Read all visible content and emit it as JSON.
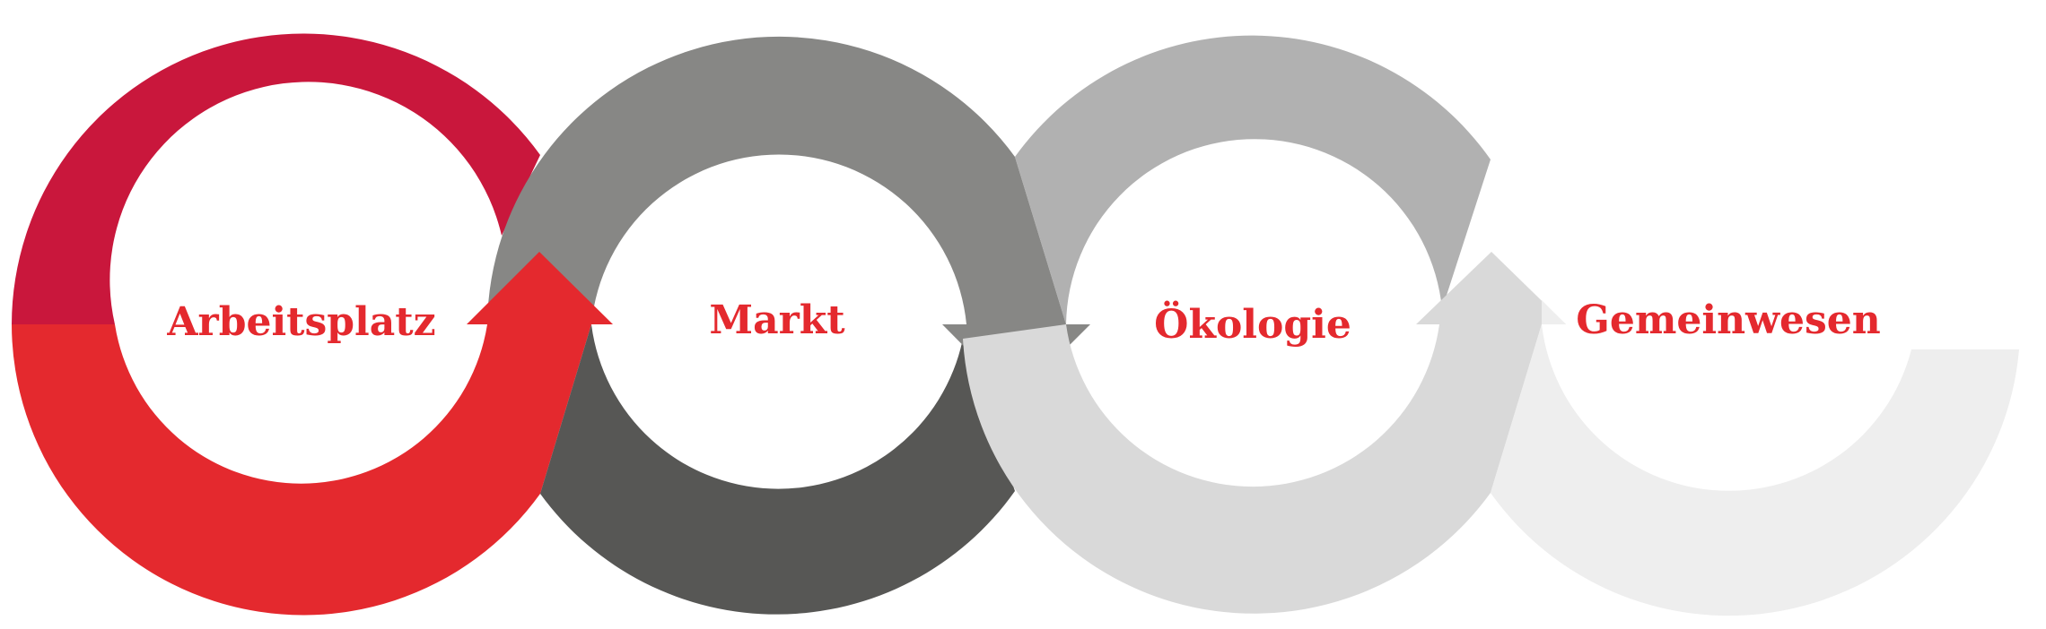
{
  "colors": {
    "accent": "#e4292e",
    "crimson": "#c9173c",
    "gray_dark": "#575755",
    "gray": "#878785",
    "gray_mid": "#b1b1b1",
    "gray_light": "#d9d9d9",
    "gray_pale": "#eeeeee",
    "label": "#e4292e"
  },
  "stages": [
    {
      "label": "Arbeitsplatz"
    },
    {
      "label": "Markt"
    },
    {
      "label": "Ökologie"
    },
    {
      "label": "Gemeinwesen"
    }
  ]
}
